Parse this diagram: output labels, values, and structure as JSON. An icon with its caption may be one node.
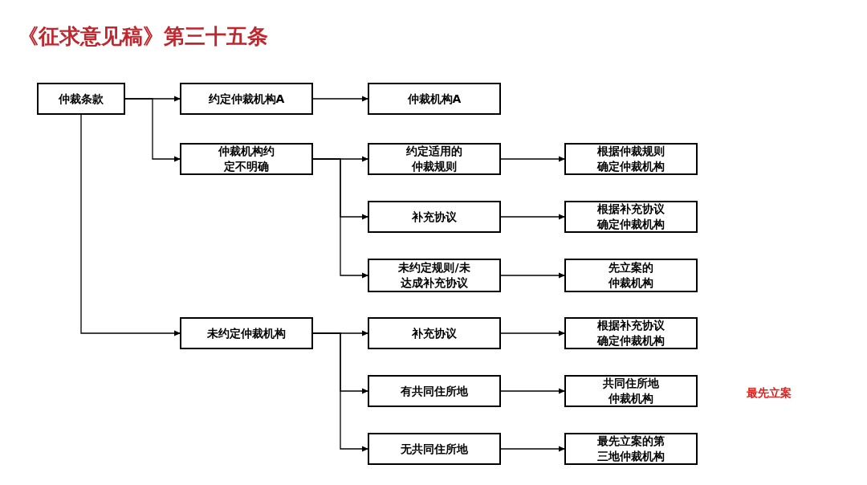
{
  "diagram": {
    "title": "《征求意见稿》第三十五条",
    "nodes": [
      {
        "text": [
          "仲裁条款"
        ]
      },
      {
        "text": [
          "约定仲裁机构A"
        ]
      },
      {
        "text": [
          "仲裁机构A"
        ]
      },
      {
        "text": [
          "仲裁机构约定不明确"
        ]
      },
      {
        "text": [
          "约定适用的仲裁规则"
        ]
      },
      {
        "text": [
          "根据仲裁规则确定仲裁机构"
        ]
      },
      {
        "text": [
          "补充协议"
        ]
      },
      {
        "text": [
          "根据补充协议确定仲裁机构"
        ]
      },
      {
        "text": [
          "未约定规则/未达成补充协议"
        ]
      },
      {
        "text": [
          "先立案的仲裁机构"
        ]
      },
      {
        "text": [
          "未约定仲裁机构"
        ]
      },
      {
        "text": [
          "补充协议"
        ]
      },
      {
        "text": [
          "根据补充协议确定仲裁机构"
        ]
      },
      {
        "text": [
          "有共同住所地"
        ]
      },
      {
        "text": [
          "共同住所地仲裁机构"
        ]
      },
      {
        "text": [
          "无共同住所地"
        ]
      },
      {
        "text": [
          "最先立案的第三地仲裁机构"
        ]
      }
    ],
    "edges": [
      {
        "from": 0,
        "to": 1,
        "arrow": "to"
      },
      {
        "from": 0,
        "to": 3,
        "arrow": "to"
      },
      {
        "from": 0,
        "to": 10,
        "arrow": "to"
      },
      {
        "from": 1,
        "to": 2,
        "arrow": "to"
      },
      {
        "from": 3,
        "to": 4,
        "arrow": "to"
      },
      {
        "from": 3,
        "to": 6,
        "arrow": "to"
      },
      {
        "from": 3,
        "to": 8,
        "arrow": "to"
      },
      {
        "from": 4,
        "to": 5,
        "arrow": "to"
      },
      {
        "from": 6,
        "to": 7,
        "arrow": "to"
      },
      {
        "from": 8,
        "to": 9,
        "arrow": "to"
      },
      {
        "from": 10,
        "to": 11,
        "arrow": "to"
      },
      {
        "from": 10,
        "to": 13,
        "arrow": "to"
      },
      {
        "from": 10,
        "to": 15,
        "arrow": "to"
      },
      {
        "from": 11,
        "to": 12,
        "arrow": "to"
      },
      {
        "from": 13,
        "to": 14,
        "arrow": "to"
      },
      {
        "from": 15,
        "to": 16,
        "arrow": "to"
      }
    ],
    "labels": [
      "最先立案"
    ]
  }
}
